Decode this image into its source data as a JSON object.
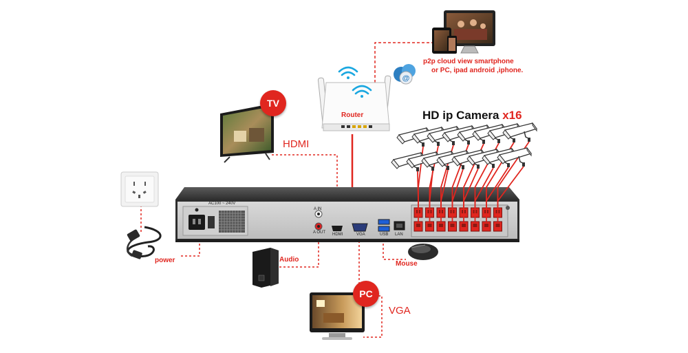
{
  "labels": {
    "cloud_line1": "p2p cloud  view smartphone",
    "cloud_line2": "or PC, ipad android ,iphone.",
    "router": "Router",
    "camera_title": "HD ip Camera",
    "camera_count": "x16",
    "hdmi": "HDMI",
    "tv_badge": "TV",
    "power": "power",
    "audio": "Audio",
    "mouse": "Mouse",
    "pc_badge": "PC",
    "vga": "VGA"
  },
  "nvr_panel": {
    "power_spec": "AC100 ~ 240V",
    "port_audio_in": "A IN",
    "port_audio_out": "A OUT",
    "port_hdmi": "HDMI",
    "port_vga": "VGA",
    "port_usb": "USB",
    "port_lan": "LAN"
  },
  "colors": {
    "accent": "#e0261f",
    "nvr_body": "#3d3d3d",
    "poe_port": "#e0261f"
  },
  "poe_port_count": 16,
  "icons": [
    "wifi-icon",
    "cloud-at-icon",
    "camera-icon",
    "wall-socket-icon",
    "power-plug-icon",
    "speaker-icon",
    "mouse-icon",
    "monitor-icon",
    "tv-icon",
    "router-icon",
    "tablet-icon",
    "smartphone-icon"
  ]
}
